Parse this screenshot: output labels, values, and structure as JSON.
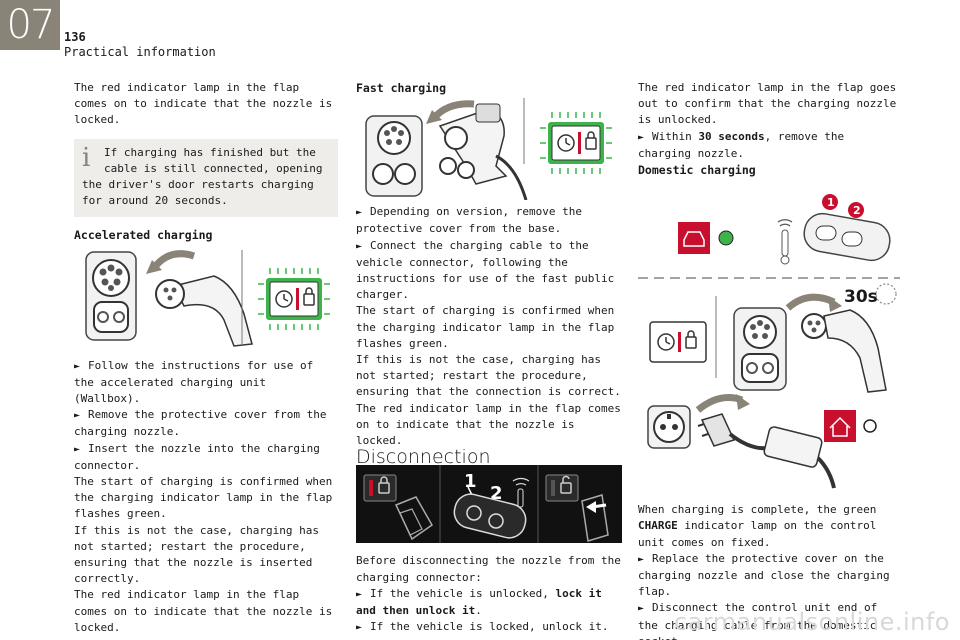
{
  "header": {
    "chapter": "07",
    "page_number": "136",
    "section": "Practical information"
  },
  "col1": {
    "intro": "The red indicator lamp in the flap comes on to indicate that the nozzle is locked.",
    "note": "If charging has finished but the cable is still connected, opening the driver's door restarts charging for around 20 seconds.",
    "accelerated_heading": "Accelerated charging",
    "step1": "Follow the instructions for use of the accelerated charging unit (Wallbox).",
    "step2": "Remove the protective cover from the charging nozzle.",
    "step3": "Insert the nozzle into the charging connector.",
    "para1": "The start of charging is confirmed when the charging indicator lamp in the flap flashes green.",
    "para2": "If this is not the case, charging has not started; restart the procedure, ensuring that the nozzle is inserted correctly.",
    "para3": "The red indicator lamp in the flap comes on to indicate that the nozzle is locked."
  },
  "col2": {
    "fast_heading": "Fast charging",
    "step1": "Depending on version, remove the protective cover from the base.",
    "step2": "Connect the charging cable to the vehicle connector, following the instructions for use of the fast public charger.",
    "para1": "The start of charging is confirmed when the charging indicator lamp in the flap flashes green.",
    "para2": "If this is not the case, charging has not started; restart the procedure, ensuring that the connection is correct.",
    "para3": "The red indicator lamp in the flap comes on to indicate that the nozzle is locked.",
    "disconnection_heading": "Disconnection",
    "fig_label_1": "1",
    "fig_label_2": "2",
    "before": "Before disconnecting the nozzle from the charging connector:",
    "step3_pre": "If the vehicle is unlocked, ",
    "step3_bold": "lock it and then unlock it",
    "step3_post": ".",
    "step4": "If the vehicle is locked, unlock it."
  },
  "col3": {
    "para1": "The red indicator lamp in the flap goes out to confirm that the charging nozzle is unlocked.",
    "step1_pre": "Within ",
    "step1_bold": "30 seconds",
    "step1_post": ", remove the charging nozzle.",
    "domestic_heading": "Domestic charging",
    "fig_label_1": "1",
    "fig_label_2": "2",
    "fig_timer": "30s",
    "complete_pre": "When charging is complete, the green ",
    "complete_bold": "CHARGE",
    "complete_post": " indicator lamp on the control unit comes on fixed.",
    "step2": "Replace the protective cover on the charging nozzle and close the charging flap.",
    "step3": "Disconnect the control unit end of the charging cable from the domestic socket."
  },
  "watermark": "carmanualsonline.info",
  "colors": {
    "chapter_bg": "#8a8378",
    "note_bg": "#efedea",
    "indicator_red": "#c8102e",
    "indicator_green": "#3cb44b",
    "figure_dark": "#111111"
  }
}
